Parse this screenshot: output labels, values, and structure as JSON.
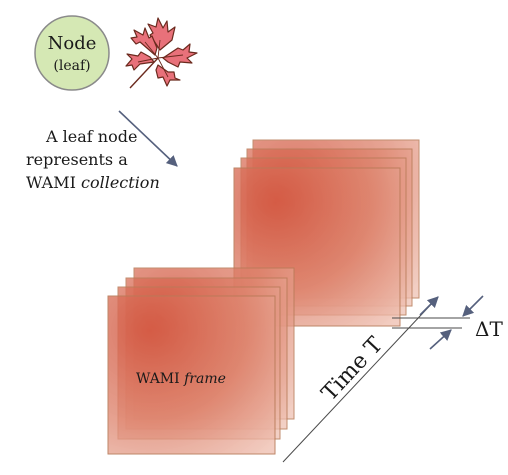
{
  "node": {
    "title": "Node",
    "subtitle": "(leaf)",
    "fill_color": "#d5e8b4",
    "stroke_color": "#8a8a8a"
  },
  "leaf_icon": "leaf-icon",
  "caption": {
    "line1": "A leaf node",
    "line2": "represents a",
    "line3_prefix": "WAMI",
    "line3_italic": "collection"
  },
  "frame_label": {
    "prefix": "WAMI",
    "italic": "frame"
  },
  "time_label": "Time T",
  "delta_label": "ΔT",
  "colors": {
    "frame_center": "#d35d47",
    "frame_edge": "#eab6a5",
    "frame_stroke": "#b87a57",
    "arrow": "#55607d",
    "time_axis": "#4a4a4a"
  }
}
